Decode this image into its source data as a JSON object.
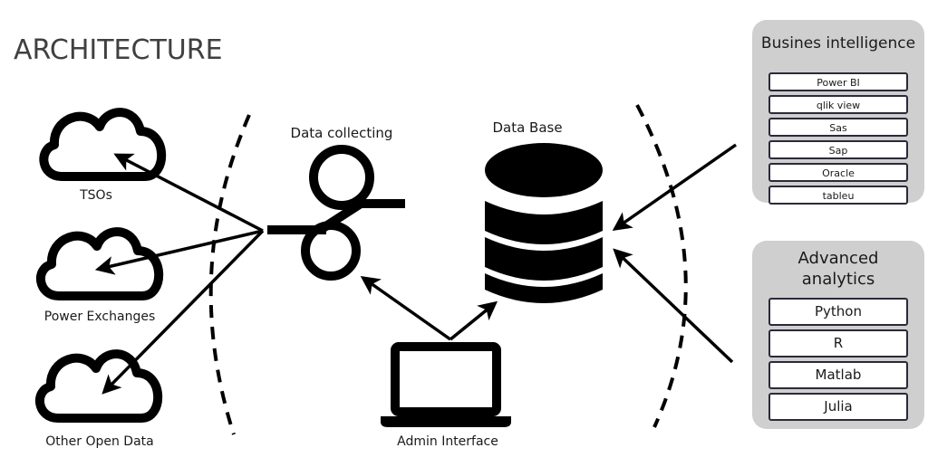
{
  "title": "ARCHITECTURE",
  "sources": [
    {
      "label": "TSOs",
      "icon": "cloud-icon"
    },
    {
      "label": "Power Exchanges",
      "icon": "cloud-icon"
    },
    {
      "label": "Other Open Data",
      "icon": "cloud-icon"
    }
  ],
  "data_collecting": {
    "label": "Data collecting",
    "icon": "data-collecting-icon"
  },
  "database": {
    "label": "Data Base",
    "icon": "database-icon"
  },
  "admin": {
    "label": "Admin Interface",
    "icon": "laptop-icon"
  },
  "business_intelligence": {
    "title": "Busines intelligence",
    "items": [
      "Power BI",
      "qlik view",
      "Sas",
      "Sap",
      "Oracle",
      "tableu"
    ]
  },
  "advanced_analytics": {
    "title": "Advanced analytics",
    "items": [
      "Python",
      "R",
      "Matlab",
      "Julia"
    ]
  },
  "colors": {
    "panel": "#cfcfcf",
    "stroke": "#000000",
    "title": "#404040"
  }
}
